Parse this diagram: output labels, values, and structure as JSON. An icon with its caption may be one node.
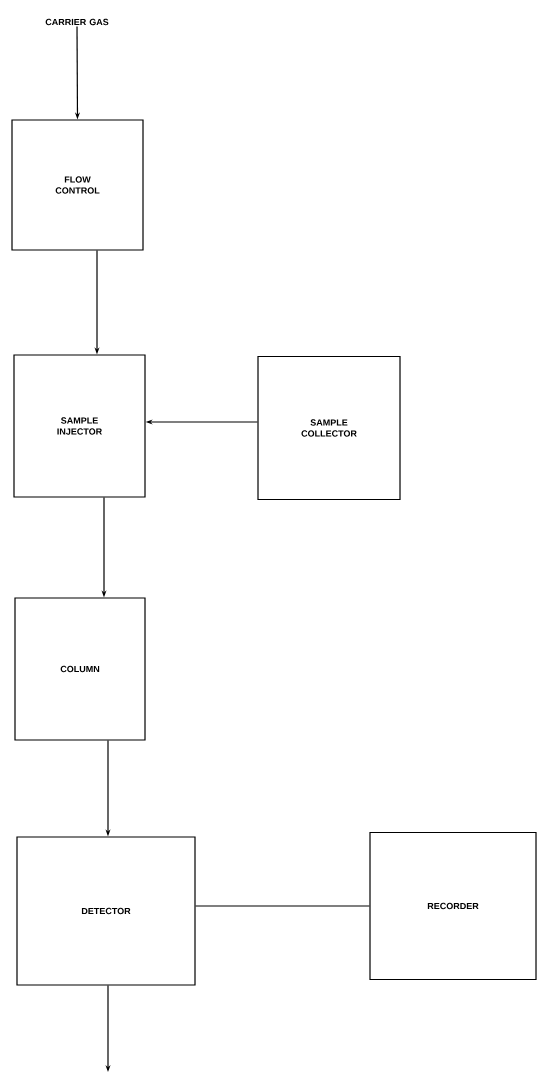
{
  "diagram": {
    "nodes": [
      {
        "text": [
          "CARRIER GAS"
        ]
      },
      {
        "text": [
          "FLOW CONTROL"
        ]
      },
      {
        "text": [
          "SAMPLE INJECTOR"
        ]
      },
      {
        "text": [
          "SAMPLE COLLECTOR"
        ]
      },
      {
        "text": [
          "COLUMN"
        ]
      },
      {
        "text": [
          "DETECTOR"
        ]
      },
      {
        "text": [
          "RECORDER"
        ]
      }
    ],
    "edges": [
      {
        "from": 0,
        "to": 1,
        "arrow": "to"
      },
      {
        "from": 1,
        "to": 2,
        "arrow": "to"
      },
      {
        "from": 3,
        "to": 2,
        "arrow": "to"
      },
      {
        "from": 2,
        "to": 4,
        "arrow": "to"
      },
      {
        "from": 4,
        "to": 5,
        "arrow": "to"
      },
      {
        "from": 5,
        "to": 6,
        "arrow": "none"
      },
      {
        "from": 5,
        "to": null,
        "arrow": "to"
      }
    ]
  }
}
